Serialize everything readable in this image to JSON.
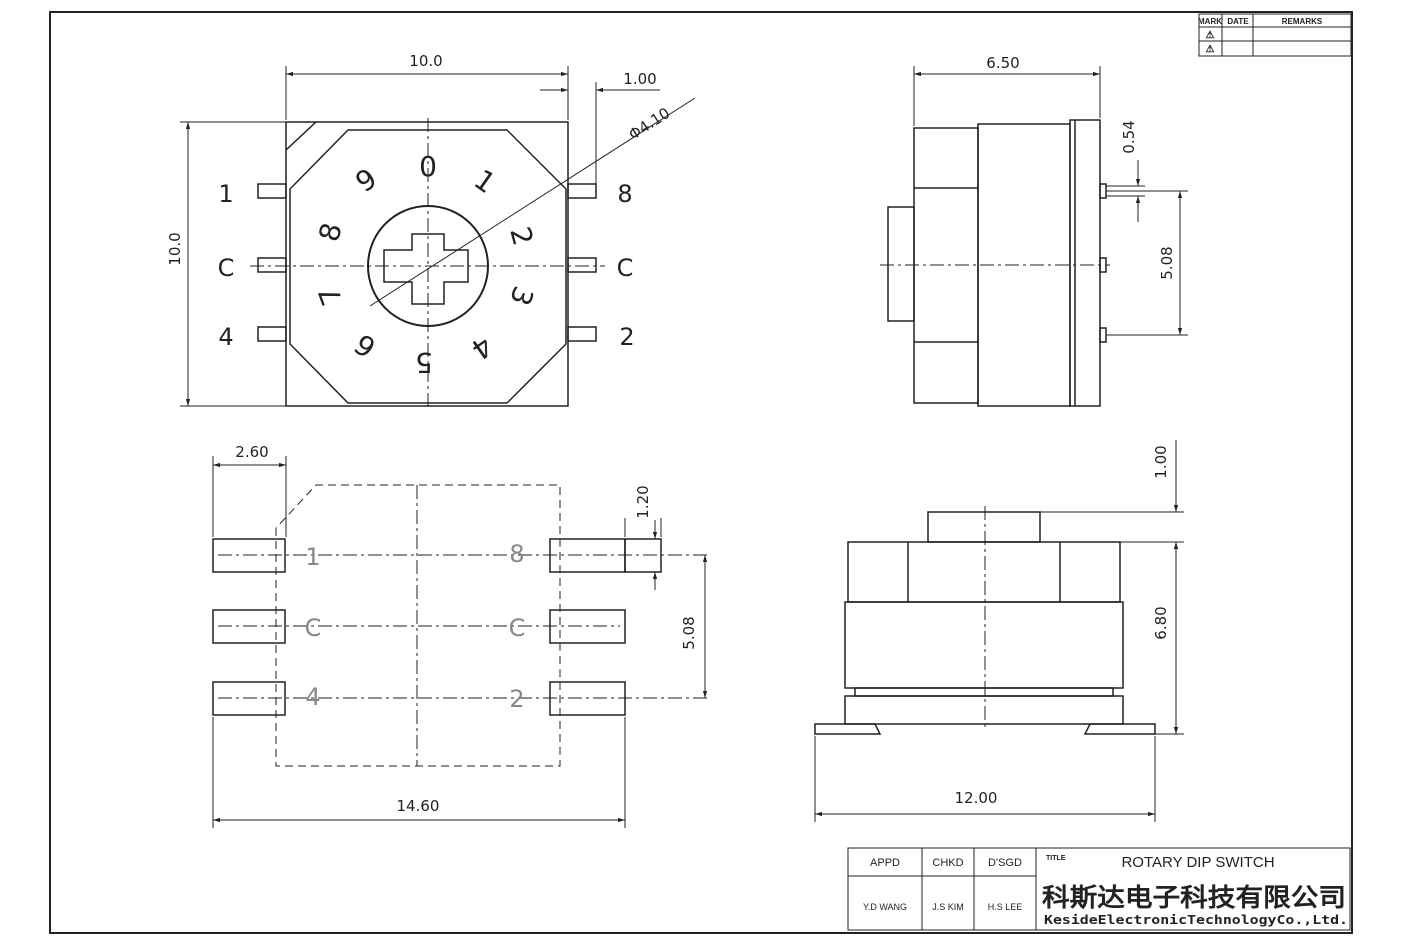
{
  "revision_table": {
    "headers": [
      "MARK",
      "DATE",
      "REMARKS"
    ],
    "marks": [
      "⚠",
      "⚠"
    ]
  },
  "top_view": {
    "width_dim": "10.0",
    "height_dim": "10.0",
    "lead_dim": "1.00",
    "shaft_dim": "Φ4.10",
    "dial_numbers": [
      "0",
      "1",
      "2",
      "3",
      "4",
      "5",
      "6",
      "7",
      "8",
      "9"
    ],
    "left_pins": [
      "1",
      "C",
      "4"
    ],
    "right_pins": [
      "8",
      "C",
      "2"
    ]
  },
  "side_view": {
    "depth_dim": "6.50",
    "pin_width_dim": "0.54",
    "pitch_dim": "5.08"
  },
  "footprint_view": {
    "pad_length_dim": "2.60",
    "pad_width_dim": "1.20",
    "pitch_dim": "5.08",
    "total_dim": "14.60",
    "left_pins": [
      "1",
      "C",
      "4"
    ],
    "right_pins": [
      "8",
      "C",
      "2"
    ]
  },
  "front_view": {
    "knob_dim": "1.00",
    "height_dim": "6.80",
    "width_dim": "12.00"
  },
  "title_block": {
    "appd_label": "APPD",
    "chkd_label": "CHKD",
    "dsgd_label": "D'SGD",
    "title_label": "TITLE",
    "appd_name": "Y.D WANG",
    "chkd_name": "J.S KIM",
    "dsgd_name": "H.S LEE",
    "title": "ROTARY DIP SWITCH",
    "company_cn": "科斯达电子科技有限公司",
    "company_en": "KesideElectronicTechnologyCo.,Ltd."
  }
}
